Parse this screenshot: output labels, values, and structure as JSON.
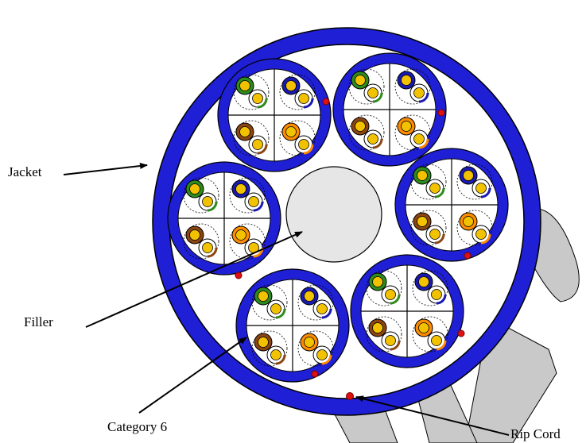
{
  "labels": {
    "jacket": "Jacket",
    "filler": "Filler",
    "category": "Category 6",
    "rip_cord": "Rip Cord"
  },
  "colors": {
    "jacket_blue": "#1f1fd6",
    "filler_gray": "#e6e6e6",
    "background_gray": "#c9c9c9",
    "rip_cord_red": "#e01010",
    "conductor_yellow": "#f2c200",
    "pair_colors": [
      "#2e8b1e",
      "#1a1ab0",
      "#8b4513",
      "#ff8c00"
    ]
  },
  "cable": {
    "subcable_count": 6,
    "pairs_per_subcable": 4,
    "subcable_type": "Category 6"
  }
}
